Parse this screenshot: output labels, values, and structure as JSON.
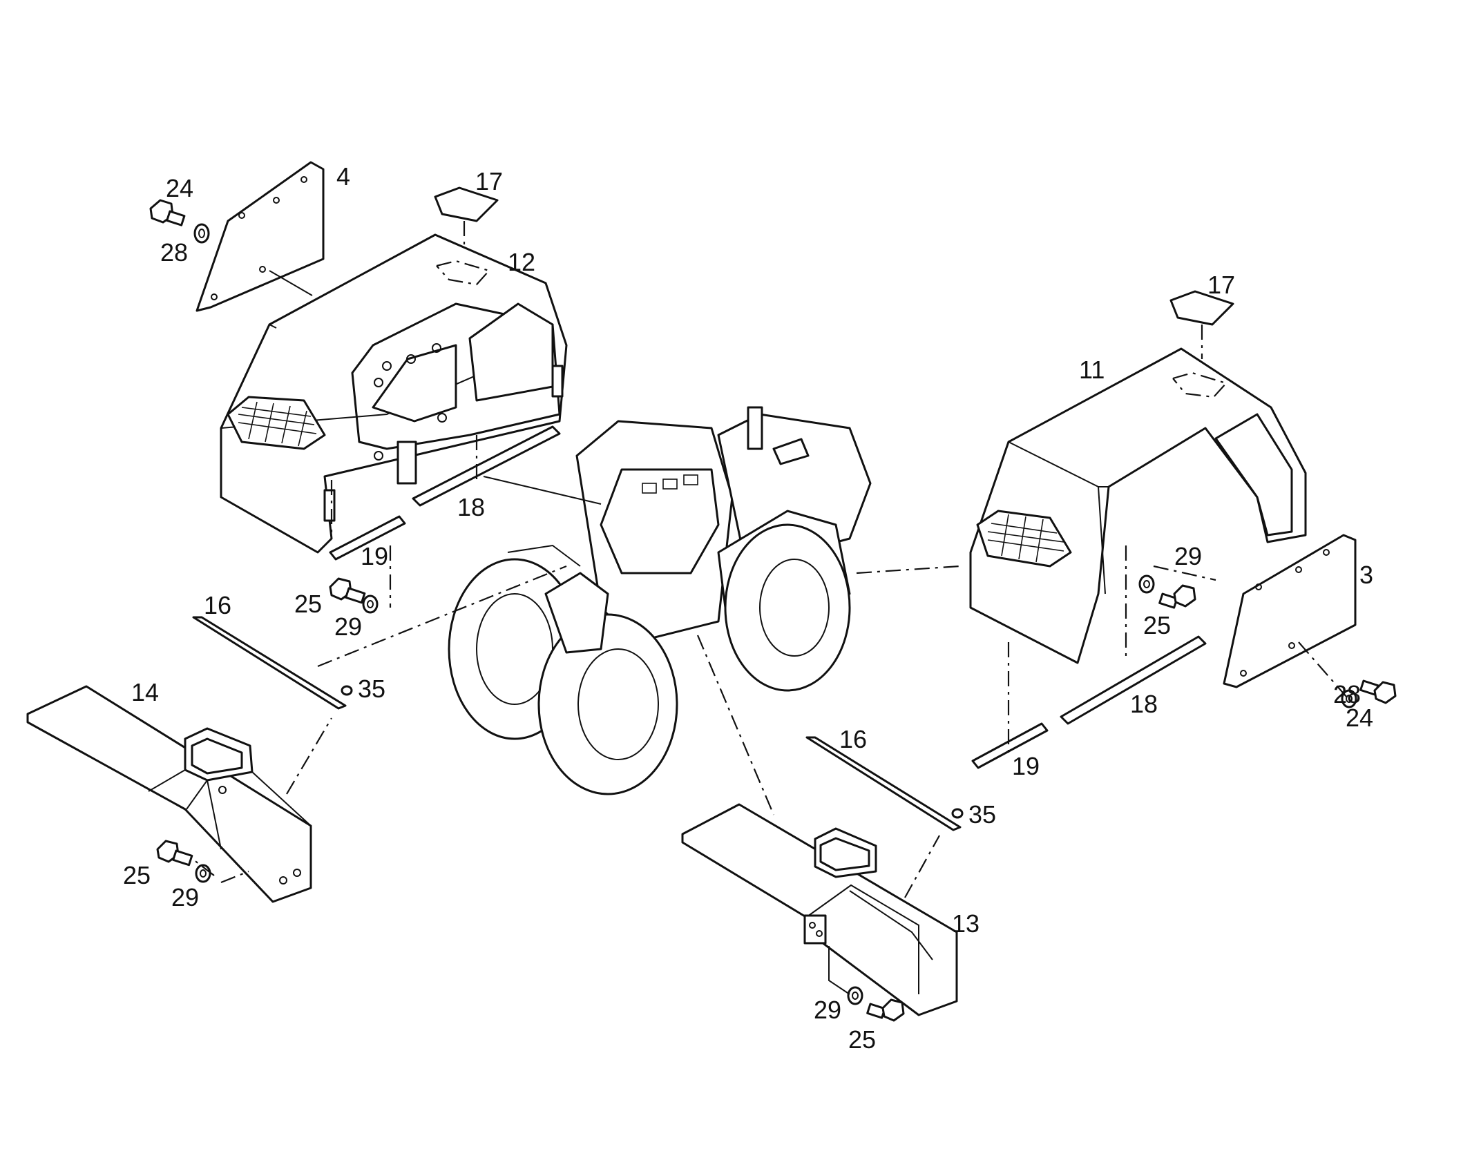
{
  "colors": {
    "line": "#111111",
    "paper": "#ffffff"
  },
  "callouts": [
    {
      "id": "c4a",
      "text": "4"
    },
    {
      "id": "c24a",
      "text": "24"
    },
    {
      "id": "c28a",
      "text": "28"
    },
    {
      "id": "c17a",
      "text": "17"
    },
    {
      "id": "c12",
      "text": "12"
    },
    {
      "id": "c18a",
      "text": "18"
    },
    {
      "id": "c19a",
      "text": "19"
    },
    {
      "id": "c25a",
      "text": "25"
    },
    {
      "id": "c29a",
      "text": "29"
    },
    {
      "id": "c16a",
      "text": "16"
    },
    {
      "id": "c35a",
      "text": "35"
    },
    {
      "id": "c14",
      "text": "14"
    },
    {
      "id": "c25b",
      "text": "25"
    },
    {
      "id": "c29b",
      "text": "29"
    },
    {
      "id": "c17b",
      "text": "17"
    },
    {
      "id": "c11",
      "text": "11"
    },
    {
      "id": "c29c",
      "text": "29"
    },
    {
      "id": "c3",
      "text": "3"
    },
    {
      "id": "c25c",
      "text": "25"
    },
    {
      "id": "c18b",
      "text": "18"
    },
    {
      "id": "c28b",
      "text": "28"
    },
    {
      "id": "c24b",
      "text": "24"
    },
    {
      "id": "c19b",
      "text": "19"
    },
    {
      "id": "c16b",
      "text": "16"
    },
    {
      "id": "c35b",
      "text": "35"
    },
    {
      "id": "c13",
      "text": "13"
    },
    {
      "id": "c29d",
      "text": "29"
    },
    {
      "id": "c25d",
      "text": "25"
    }
  ],
  "icons": [
    "tractor-icon",
    "fender-icon",
    "panel-icon",
    "bolt-icon",
    "washer-icon",
    "step-icon",
    "strip-icon",
    "decal-icon"
  ]
}
